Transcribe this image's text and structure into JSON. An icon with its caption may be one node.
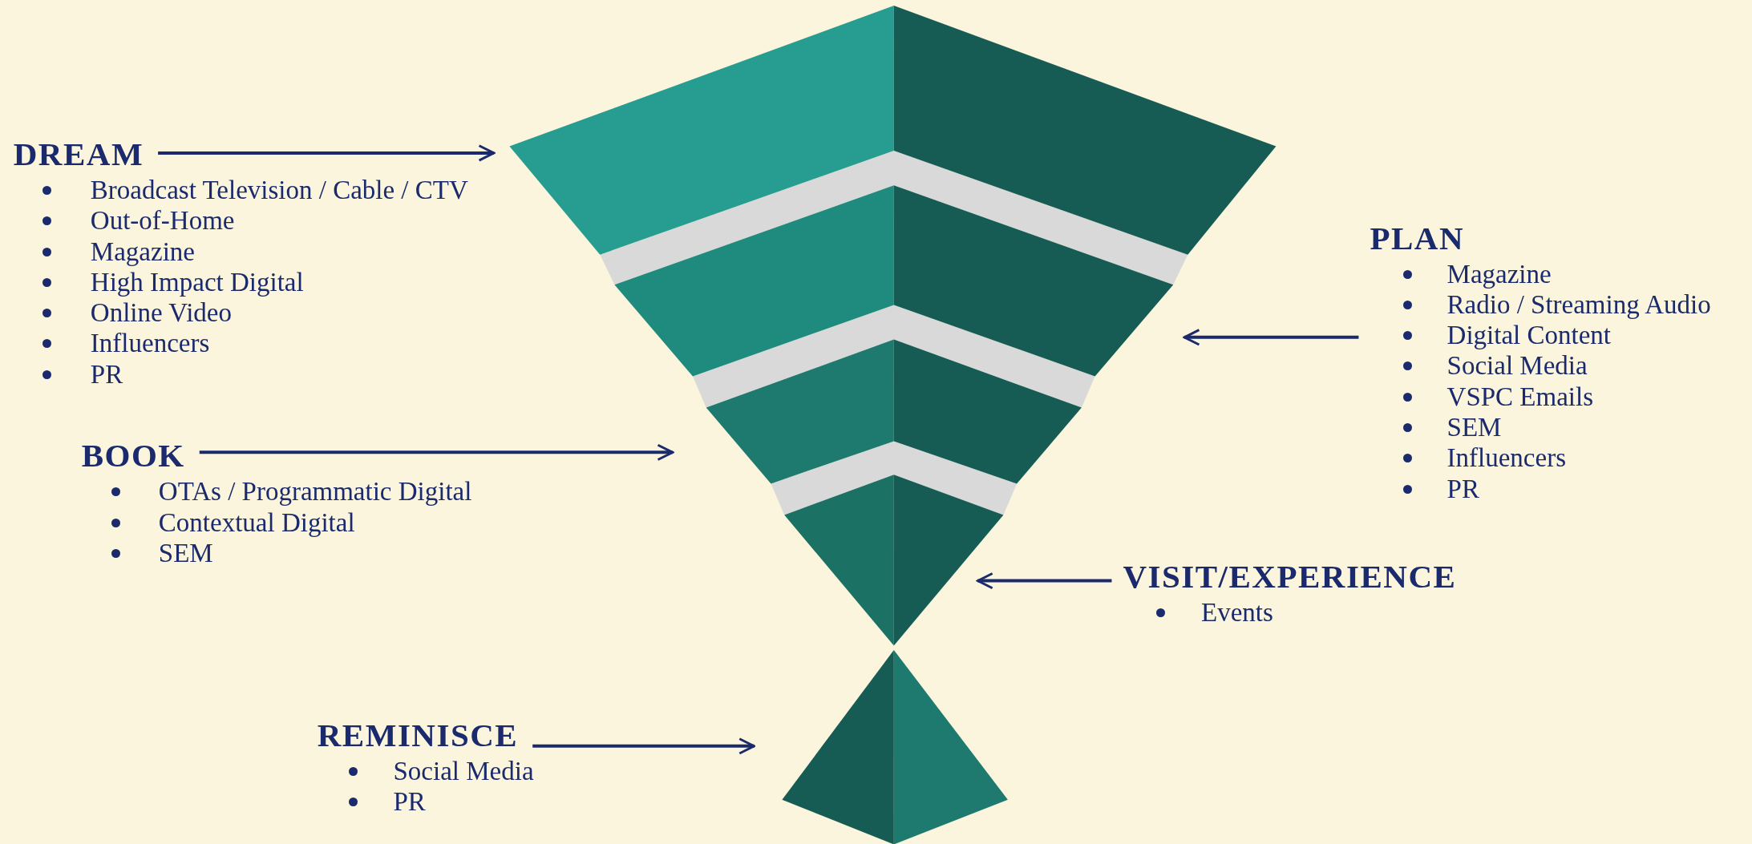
{
  "diagram": {
    "nodes": [
      {
        "text": [
          "DREAM",
          "Broadcast Television / Cable / CTV",
          "Out-of-Home",
          "Magazine",
          "High Impact Digital",
          "Online Video",
          "Influencers",
          "PR"
        ]
      },
      {
        "text": [
          "PLAN",
          "Magazine",
          "Radio / Streaming  Audio",
          "Digital Content",
          "Social Media",
          "VSPC Emails",
          "SEM",
          "Influencers",
          "PR"
        ]
      },
      {
        "text": [
          "BOOK",
          "OTAs / Programmatic Digital",
          "Contextual Digital",
          "SEM"
        ]
      },
      {
        "text": [
          "VISIT/EXPERIENCE",
          "Events"
        ]
      },
      {
        "text": [
          "REMINISCE",
          "Social Media",
          "PR"
        ]
      },
      {
        "text": [],
        "shape": "trapezoid"
      },
      {
        "text": [],
        "shape": "trapezoid"
      },
      {
        "text": [],
        "shape": "trapezoid"
      },
      {
        "text": [],
        "shape": "triangle"
      },
      {
        "text": [],
        "shape": "triangle"
      }
    ],
    "edges": [
      {
        "from": 0,
        "to": 5,
        "arrow": "to"
      },
      {
        "from": 1,
        "to": 6,
        "arrow": "to"
      },
      {
        "from": 2,
        "to": 7,
        "arrow": "to"
      },
      {
        "from": 3,
        "to": 8,
        "arrow": "to"
      },
      {
        "from": 4,
        "to": 9,
        "arrow": "to"
      }
    ]
  }
}
